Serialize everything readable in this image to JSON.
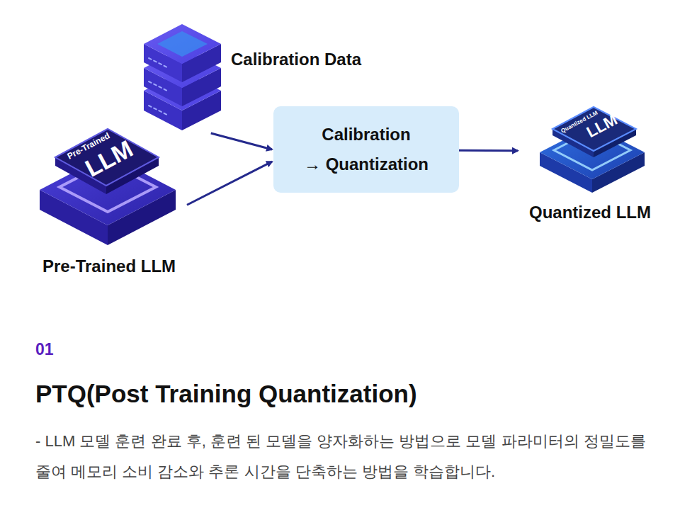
{
  "diagram": {
    "title": "PTQ(Post Training Quantization)",
    "caption": "- LLM 모델 훈련 완료 후, 훈련 된 모델을 양자화하는 방법으로 모델 파라미터의 정밀도를 줄여 메모리 소비 감소와 추론 시간을 단축하는 방법을 학습합니다.",
    "nodes": [
      {
        "text": [
          "Calibration Data"
        ]
      },
      {
        "text": [
          "Pre-Trained LLM"
        ]
      },
      {
        "text": [
          "Calibration → Quantization"
        ]
      },
      {
        "text": [
          "Quantized LLM"
        ]
      }
    ],
    "edges": [
      {
        "from": 0,
        "to": 2,
        "arrow": "to"
      },
      {
        "from": 1,
        "to": 2,
        "arrow": "to"
      },
      {
        "from": 2,
        "to": 3,
        "arrow": "to"
      }
    ],
    "labels": [
      "Pre-Trained",
      "LLM",
      "Quantized LLM",
      "LLM",
      "01"
    ]
  }
}
